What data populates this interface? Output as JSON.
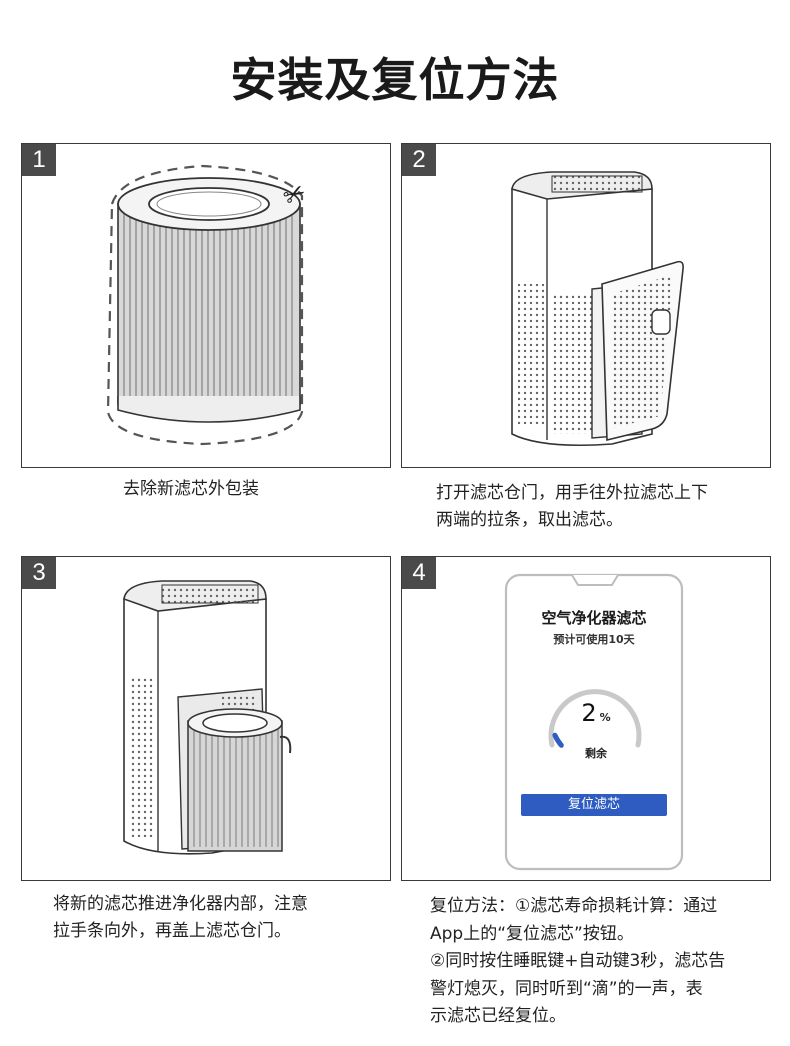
{
  "page": {
    "title": "安装及复位方法"
  },
  "steps": [
    {
      "number": "1",
      "caption_lines": [
        "去除新滤芯外包装"
      ]
    },
    {
      "number": "2",
      "caption_lines": [
        "打开滤芯仓门，用手往外拉滤芯上下",
        "两端的拉条，取出滤芯。"
      ]
    },
    {
      "number": "3",
      "caption_lines": [
        "将新的滤芯推进净化器内部，注意",
        "拉手条向外，再盖上滤芯仓门。"
      ]
    },
    {
      "number": "4",
      "caption_lines": [
        "复位方法：①滤芯寿命损耗计算：通过",
        "App上的“复位滤芯”按钮。",
        "②同时按住睡眠键+自动键3秒，滤芯告",
        "警灯熄灭，同时听到“滴”的一声，表",
        "示滤芯已经复位。"
      ]
    }
  ],
  "phone": {
    "title": "空气净化器滤芯",
    "subtitle": "预计可使用10天",
    "percent_value": "2",
    "percent_unit": "%",
    "remaining_label": "剩余",
    "remaining_fraction": 0.02,
    "button_label": "复位滤芯",
    "accent_color": "#2f5cc0",
    "track_color": "#c9c9c9"
  },
  "icons": {
    "scissors": "scissors-icon"
  }
}
